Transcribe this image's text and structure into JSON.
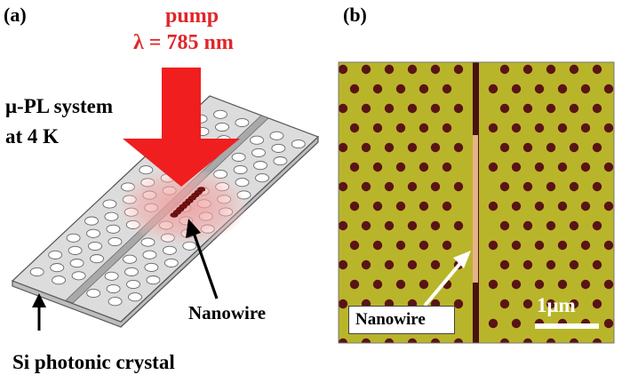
{
  "panel_a": {
    "label": "(a)",
    "pump_label": "pump",
    "wavelength_label": "λ = 785 nm",
    "system_line1": "μ-PL system",
    "system_line2": "at 4 K",
    "nanowire_label": "Nanowire",
    "substrate_label": "Si photonic  crystal"
  },
  "panel_b": {
    "label": "(b)",
    "nanowire_label": "Nanowire",
    "scale_bar_label": "1μm"
  },
  "colors": {
    "pump_arrow": "#f01e1e",
    "pump_text": "#e0262a",
    "slab": "#d9d9d9",
    "sem_background": "#b9b52a",
    "sem_holes": "#5a1414",
    "nanowire_sem": "#e8b28a"
  }
}
